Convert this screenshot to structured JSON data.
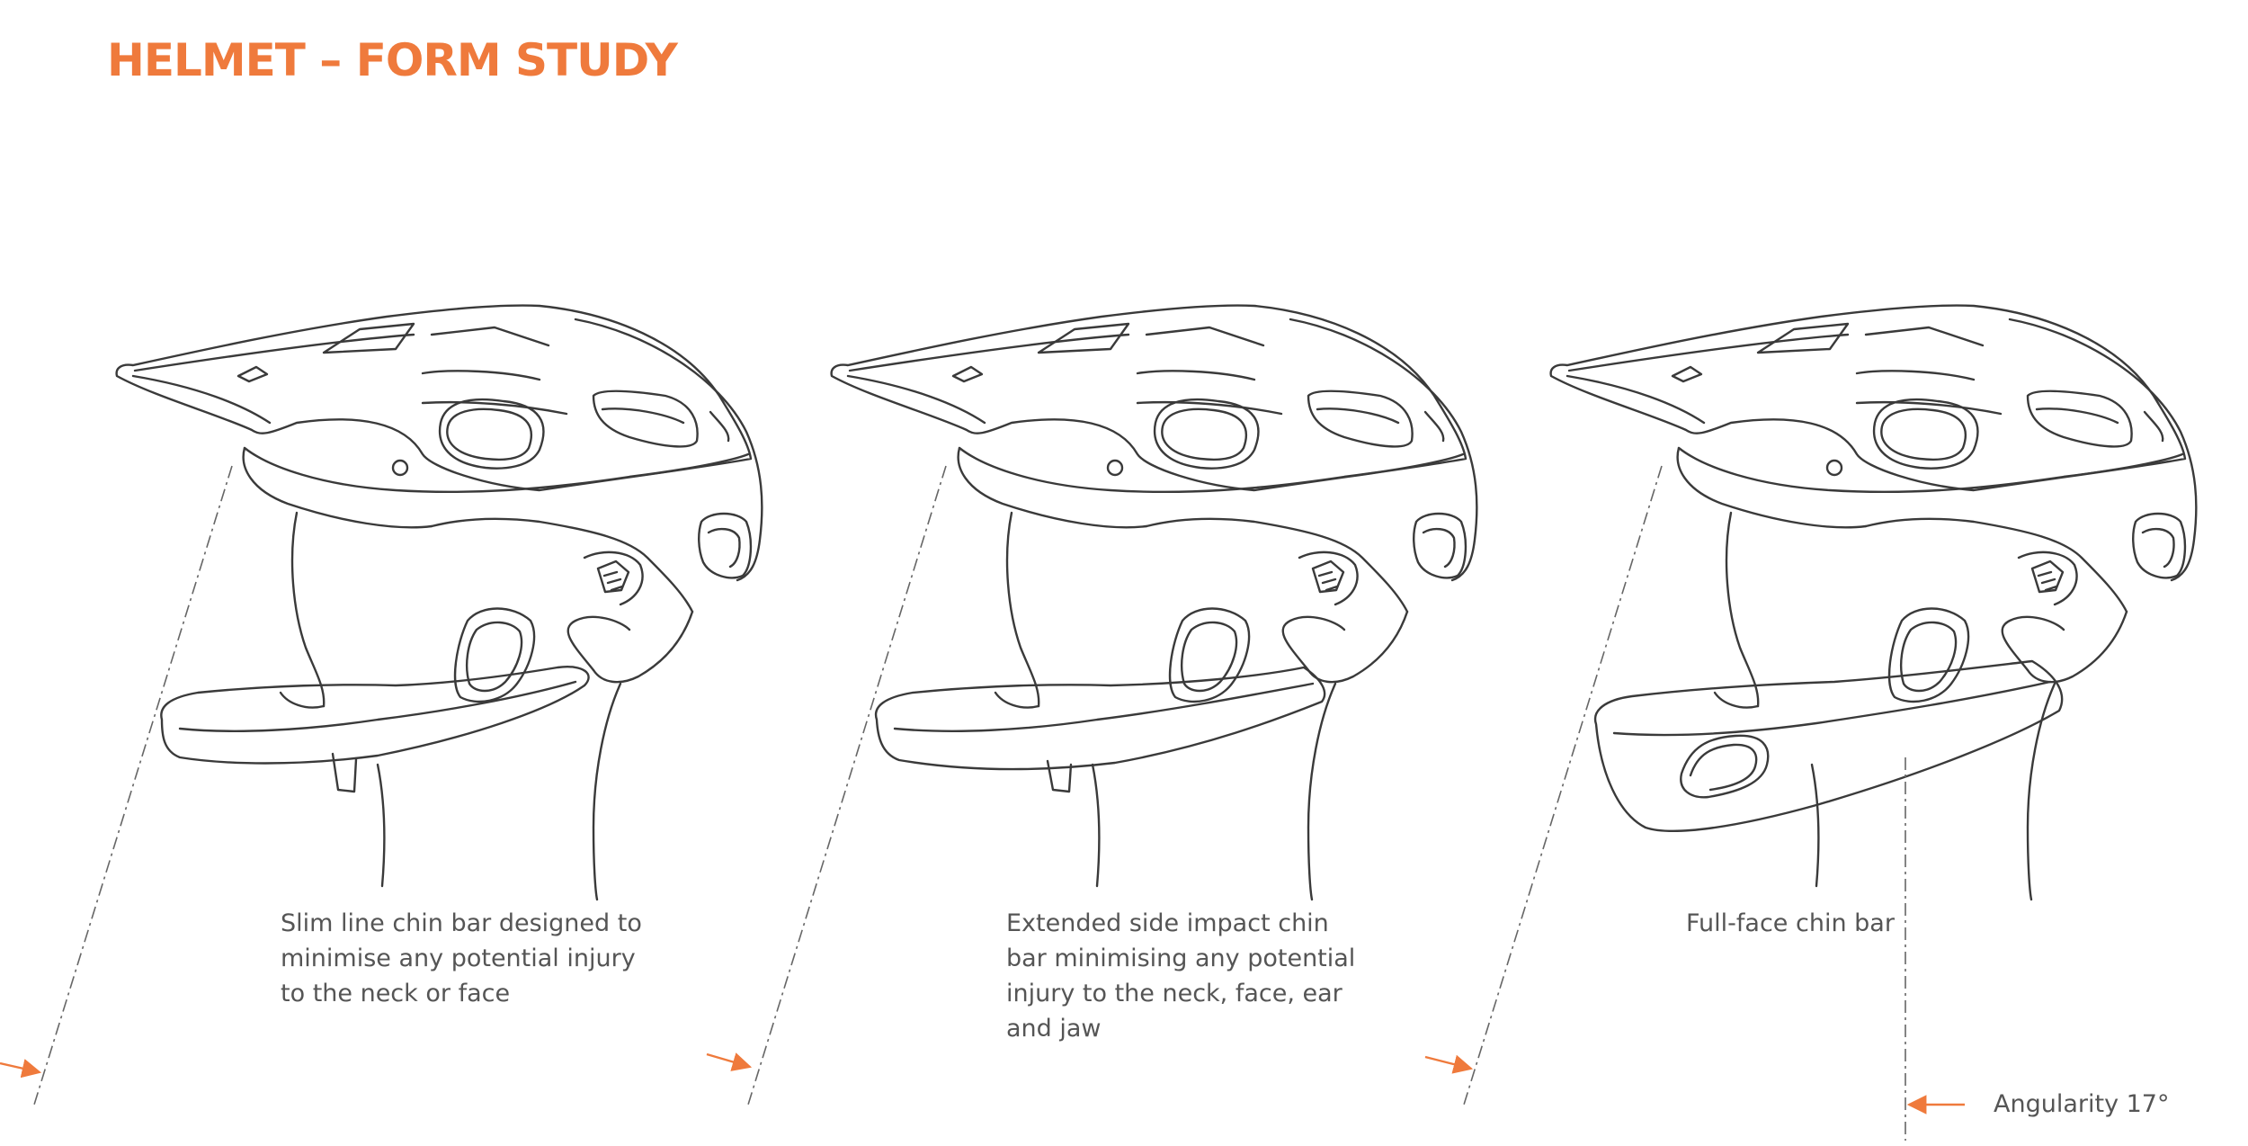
{
  "title": "HELMET – FORM STUDY",
  "accent_color": "#ef7a3c",
  "line_color": "#3a3a3a",
  "sketches": [
    {
      "name": "slim-chin-bar",
      "caption_lines": [
        "Slim line chin bar designed to",
        "minimise any potential injury",
        "to the neck or face"
      ]
    },
    {
      "name": "extended-side-chin-bar",
      "caption_lines": [
        "Extended side impact chin",
        "bar  minimising any potential",
        "injury to the neck, face, ear",
        "and jaw"
      ]
    },
    {
      "name": "full-face-chin-bar",
      "caption_lines": [
        "Full-face chin bar"
      ]
    }
  ],
  "annotation": {
    "label": "Angularity 17°"
  }
}
